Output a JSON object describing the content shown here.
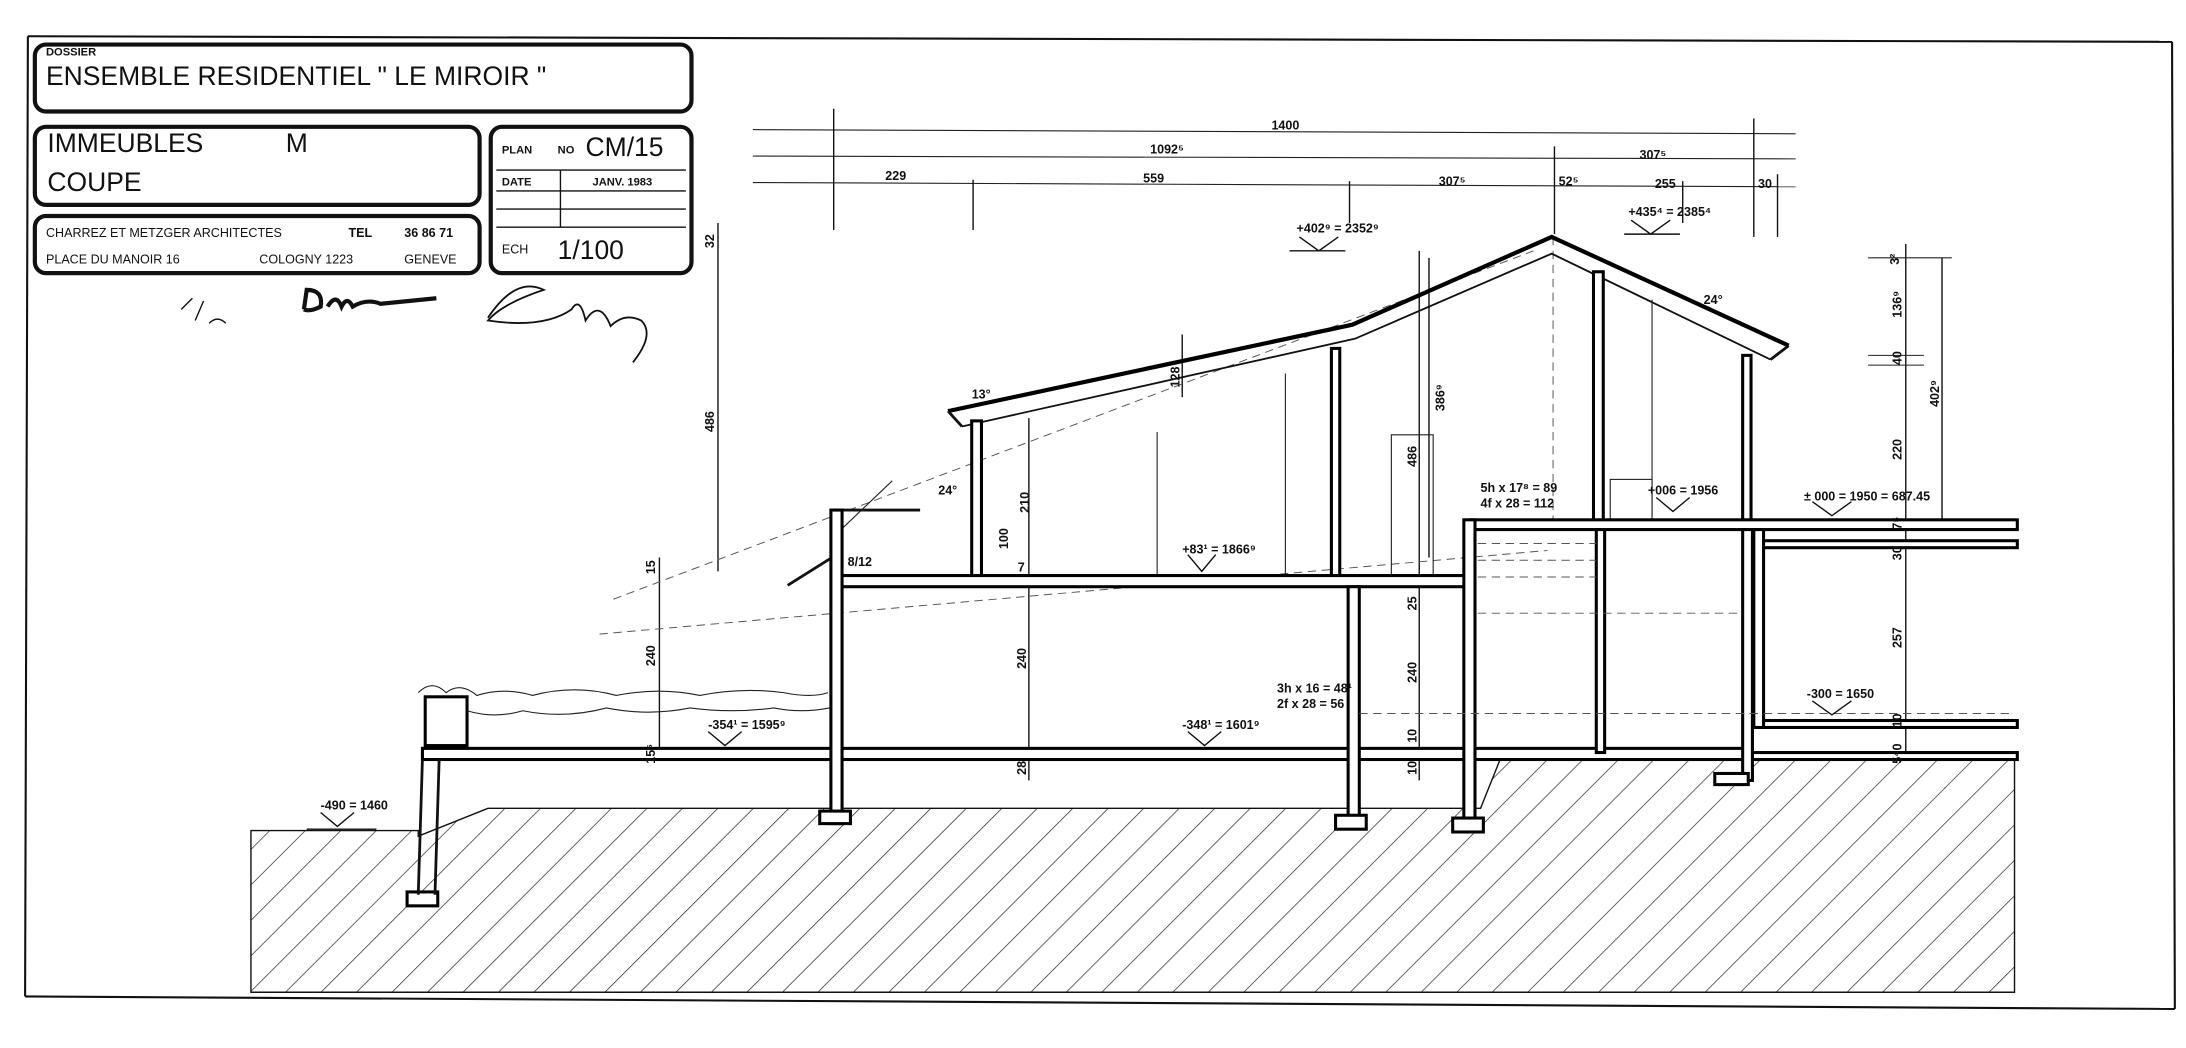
{
  "title_block": {
    "dossier_label": "DOSSIER",
    "project": "ENSEMBLE RESIDENTIEL \" LE MIROIR \"",
    "building": "IMMEUBLES",
    "building_letter": "M",
    "drawing_type": "COUPE",
    "architects": "CHARREZ ET METZGER ARCHITECTES",
    "tel_label": "TEL",
    "tel": "36 86 71",
    "address": "PLACE DU MANOIR 16",
    "city_zip": "COLOGNY 1223",
    "city": "GENEVE",
    "plan_label": "PLAN",
    "plan_no_label": "NO",
    "plan_no": "CM/15",
    "date_label": "DATE",
    "date": "JANV. 1983",
    "scale_label": "ECH",
    "scale": "1/100"
  },
  "dimensions": {
    "overall": "1400",
    "upper": [
      "1092⁵",
      "307⁵"
    ],
    "lower": [
      "229",
      "559",
      "307⁵",
      "52⁵",
      "255",
      "30"
    ],
    "vertical": [
      "486",
      "240",
      "15",
      "15⁶",
      "32",
      "128",
      "210",
      "100",
      "7",
      "240",
      "28",
      "486",
      "386⁹",
      "25",
      "240",
      "10",
      "10",
      "136⁹",
      "40",
      "220",
      "402⁹",
      "7⁵",
      "30",
      "257",
      "10",
      "5⁴0",
      "3²"
    ]
  },
  "levels": [
    "+402⁹ = 2352⁹",
    "+435⁴ = 2385⁴",
    "+83¹ = 1866⁹",
    "-348¹ = 1601⁹",
    "-354¹ = 1595⁹",
    "-490 = 1460",
    "+006 = 1956",
    "± 000 = 1950 = 687.45",
    "-300 = 1650"
  ],
  "stairs": [
    "5h x 17⁸ = 89",
    "4f x 28 = 112",
    "3h x 16 = 48¹",
    "2f x 28 = 56"
  ],
  "angles": [
    "13°",
    "24°",
    "24°"
  ],
  "beam": "8/12"
}
